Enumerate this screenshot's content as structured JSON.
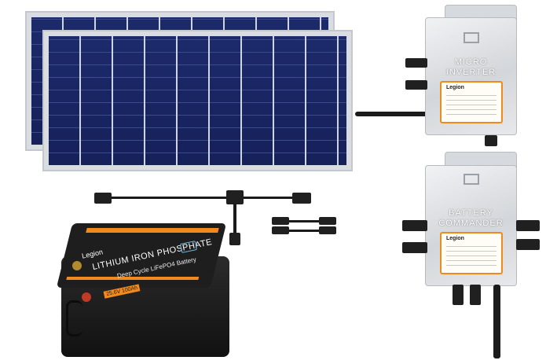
{
  "products": {
    "micro_inverter": {
      "title_line1": "MICRO",
      "title_line2": "INVERTER",
      "label_brand": "Legion"
    },
    "battery_commander": {
      "title_line1": "BATTERY",
      "title_line2": "COMMANDER",
      "label_brand": "Legion"
    },
    "battery": {
      "brand": "Legion",
      "title": "LITHIUM IRON PHOSPHATE",
      "subtitle": "Deep Cycle LiFePO4 Battery",
      "rating": "25.6V 100Ah"
    }
  },
  "colors": {
    "panel_cells": "#1d2a6b",
    "panel_frame": "#d9dde2",
    "device_body": "#e1e3e6",
    "label_border": "#f08a1a",
    "battery_body": "#1a1a1a",
    "battery_accent": "#f28a1e"
  }
}
